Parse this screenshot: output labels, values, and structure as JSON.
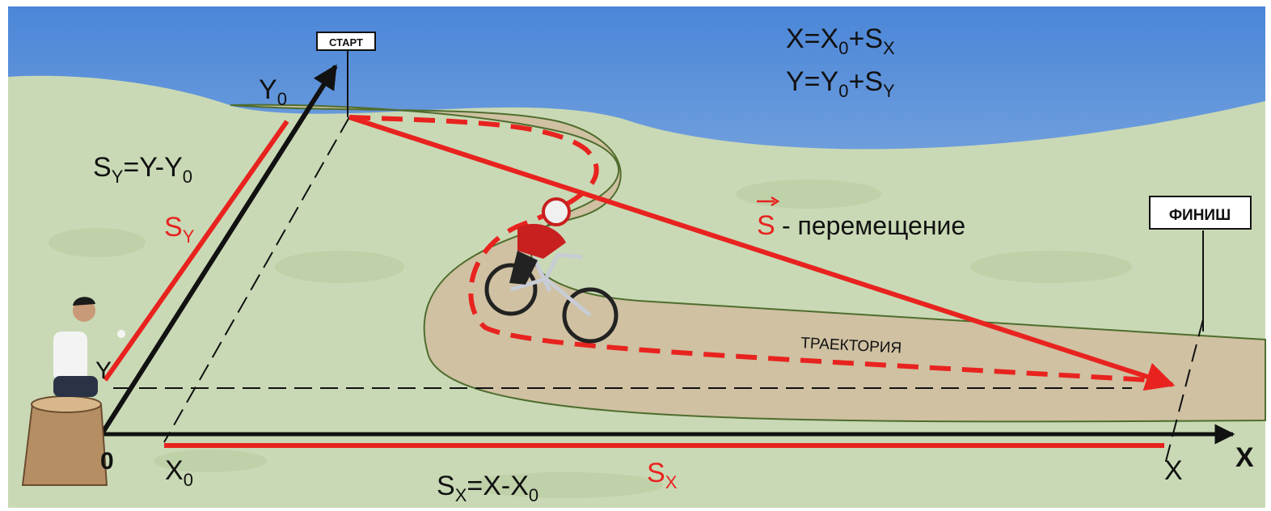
{
  "labels": {
    "start": "СТАРТ",
    "finish": "ФИНИШ",
    "trajectory": "ТРАЕКТОРИЯ",
    "displacement_vector": "S",
    "displacement_text": "- перемещение",
    "x_axis": "X",
    "origin": "0",
    "x0": "X",
    "x0_sub": "0",
    "x_end": "X",
    "y0": "Y",
    "y0_sub": "0",
    "y_point": "Y",
    "sy_red": "S",
    "sy_red_sub": "Y",
    "sx_red": "S",
    "sx_red_sub": "X"
  },
  "formulas": {
    "x_eq": {
      "lhs": "X=X",
      "sub1": "0",
      "mid": "+S",
      "sub2": "X"
    },
    "y_eq": {
      "lhs": "Y=Y",
      "sub1": "0",
      "mid": "+S",
      "sub2": "Y"
    },
    "sy_eq": {
      "s": "S",
      "s_sub": "Y",
      "rhs": "=Y-Y",
      "rhs_sub": "0"
    },
    "sx_eq": {
      "s": "S",
      "s_sub": "X",
      "rhs": "=X-X",
      "rhs_sub": "0"
    }
  },
  "colors": {
    "sky_top": "#4a86d8",
    "sky_bottom": "#c7d6e6",
    "grass": "#c9d9b5",
    "path": "#cfc1a2",
    "path_edge": "#4f6d2e",
    "red": "#e8231f",
    "black": "#111111"
  }
}
